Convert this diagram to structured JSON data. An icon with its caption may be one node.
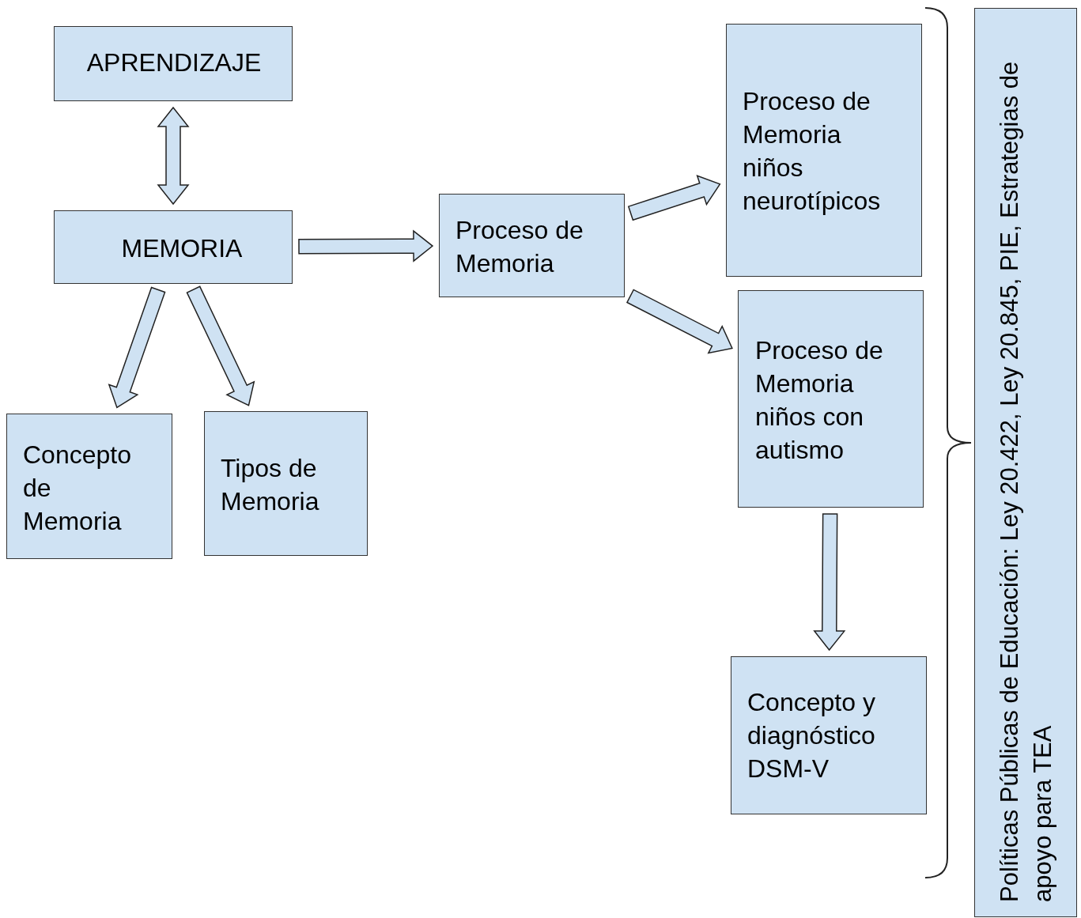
{
  "diagram": {
    "nodes": [
      {
        "text": [
          "APRENDIZAJE"
        ]
      },
      {
        "text": [
          "MEMORIA"
        ]
      },
      {
        "text": [
          "Concepto de Memoria"
        ]
      },
      {
        "text": [
          "Tipos de Memoria"
        ]
      },
      {
        "text": [
          "Proceso de Memoria"
        ]
      },
      {
        "text": [
          "Proceso de Memoria niños neurotípicos"
        ]
      },
      {
        "text": [
          "Proceso de Memoria niños con autismo"
        ]
      },
      {
        "text": [
          "Concepto y diagnóstico DSM-V"
        ]
      },
      {
        "text": [
          "Políticas Públicas de Educación: Ley 20.422, Ley 20.845, PIE, Estrategias de apoyo para TEA"
        ]
      }
    ],
    "edges": [
      {
        "from": 0,
        "to": 1,
        "arrow": "both"
      },
      {
        "from": 1,
        "to": 4,
        "arrow": "to"
      },
      {
        "from": 1,
        "to": 2,
        "arrow": "to"
      },
      {
        "from": 1,
        "to": 3,
        "arrow": "to"
      },
      {
        "from": 4,
        "to": 5,
        "arrow": "to"
      },
      {
        "from": 4,
        "to": 6,
        "arrow": "to"
      },
      {
        "from": 6,
        "to": 7,
        "arrow": "to"
      }
    ]
  }
}
